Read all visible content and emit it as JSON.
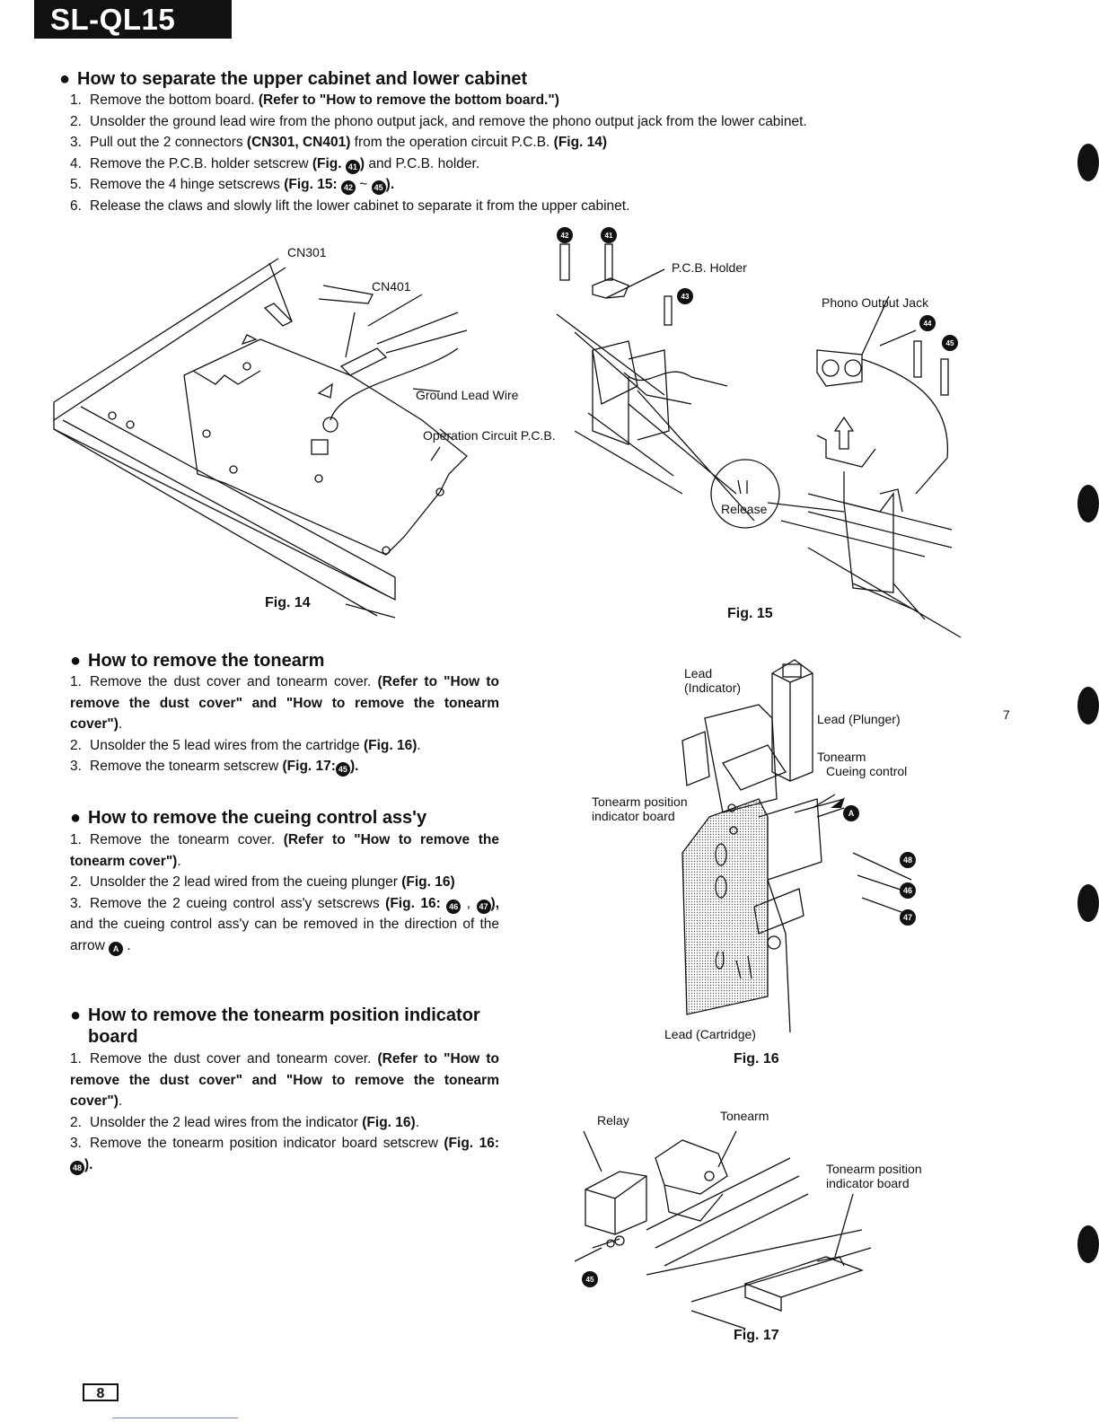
{
  "header": {
    "model": "SL-QL15"
  },
  "section1": {
    "heading": "How to separate the upper cabinet and lower cabinet",
    "steps": [
      {
        "n": "1.",
        "a": "Remove the bottom board. ",
        "b": "(Refer to \"How to remove the bottom board.\")"
      },
      {
        "n": "2.",
        "a": "Unsolder the ground lead wire from the phono output jack, and remove the phono output jack from the lower cabinet."
      },
      {
        "n": "3.",
        "a": "Pull out the 2 connectors ",
        "b": "(CN301, CN401)",
        "c": " from the operation circuit P.C.B. ",
        "d": "(Fig. 14)"
      },
      {
        "n": "4.",
        "a": "Remove the P.C.B. holder setscrew ",
        "b": "(Fig. ",
        "m": "41",
        "c": ")",
        "d": " and P.C.B. holder."
      },
      {
        "n": "5.",
        "a": "Remove the 4 hinge setscrews ",
        "b": "(Fig. 15: ",
        "m1": "42",
        "t": " ~ ",
        "m2": "45",
        "c": ")."
      },
      {
        "n": "6.",
        "a": "Release the claws and slowly lift the lower cabinet to separate it from the upper cabinet."
      }
    ]
  },
  "fig14": {
    "caption": "Fig. 14",
    "labels": {
      "cn301": "CN301",
      "cn401": "CN401",
      "ground": "Ground Lead Wire",
      "opcb": "Operation Circuit P.C.B."
    }
  },
  "fig15": {
    "caption": "Fig. 15",
    "labels": {
      "holder": "P.C.B. Holder",
      "jack": "Phono Output Jack",
      "release": "Release"
    },
    "marks": [
      "42",
      "41",
      "43",
      "44",
      "45"
    ]
  },
  "section2": {
    "heading": "How to remove the tonearm",
    "steps": [
      {
        "n": "1.",
        "a": "Remove the dust cover and tonearm cover. ",
        "b": "(Refer to \"How to remove the dust cover\" and \"How to remove the tonearm cover\")",
        "c": "."
      },
      {
        "n": "2.",
        "a": "Unsolder the 5 lead wires from the cartridge ",
        "b": "(Fig. 16)",
        "c": "."
      },
      {
        "n": "3.",
        "a": "Remove the tonearm setscrew ",
        "b": "(Fig. 17:",
        "m": "45",
        "c": ")."
      }
    ]
  },
  "section3": {
    "heading": "How to remove the cueing control ass'y",
    "steps": [
      {
        "n": "1.",
        "a": "Remove the tonearm cover. ",
        "b": "(Refer to \"How to remove the tonearm cover\")",
        "c": "."
      },
      {
        "n": "2.",
        "a": "Unsolder the 2 lead wired from the cueing plunger ",
        "b": "(Fig. 16)"
      },
      {
        "n": "3.",
        "a": "Remove the 2 cueing control ass'y setscrews ",
        "b": "(Fig. 16:",
        "m1": "46",
        "t": " , ",
        "m2": "47",
        "c": "),",
        "d": " and the cueing control ass'y can be removed in the direction of the arrow ",
        "m3": "A",
        "e": " ."
      }
    ]
  },
  "section4": {
    "heading": "How to remove the tonearm position indicator board",
    "steps": [
      {
        "n": "1.",
        "a": "Remove the dust cover and tonearm cover. ",
        "b": "(Refer to \"How to remove the dust cover\" and \"How to remove the tonearm cover\")",
        "c": "."
      },
      {
        "n": "2.",
        "a": "Unsolder the 2 lead wires from the indicator ",
        "b": "(Fig. 16)",
        "c": "."
      },
      {
        "n": "3.",
        "a": "Remove the tonearm position indicator board setscrew ",
        "b": "(Fig. 16: ",
        "m": "48",
        "c": ")."
      }
    ]
  },
  "fig16": {
    "caption": "Fig. 16",
    "labels": {
      "leadind": "Lead (Indicator)",
      "leadind1": "Lead",
      "leadind2": "(Indicator)",
      "plunger": "Lead (Plunger)",
      "cueing1": "Tonearm",
      "cueing2": "Cueing control",
      "tpib1": "Tonearm position",
      "tpib2": "indicator board",
      "cart": "Lead (Cartridge)"
    },
    "marks": [
      "A",
      "48",
      "46",
      "47"
    ]
  },
  "fig17": {
    "caption": "Fig. 17",
    "labels": {
      "relay": "Relay",
      "tonearm": "Tonearm",
      "tpib1": "Tonearm position",
      "tpib2": "indicator board"
    },
    "marks": [
      "45"
    ]
  },
  "side_page": "7",
  "page_number": "8"
}
